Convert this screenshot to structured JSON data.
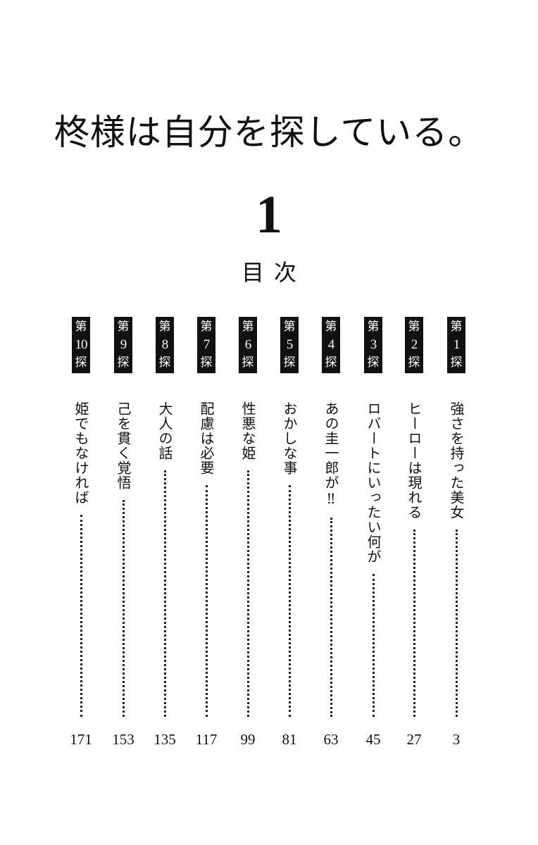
{
  "header": {
    "title": "柊様は自分を探している。",
    "volume": "1",
    "toc_label": "目次"
  },
  "chapters": [
    {
      "prefix": "第",
      "number": "1",
      "suffix": "探",
      "title": "強さを持った美女",
      "page": "3"
    },
    {
      "prefix": "第",
      "number": "2",
      "suffix": "探",
      "title": "ヒーローは現れる",
      "page": "27"
    },
    {
      "prefix": "第",
      "number": "3",
      "suffix": "探",
      "title": "ロバートにいったい何が",
      "page": "45"
    },
    {
      "prefix": "第",
      "number": "4",
      "suffix": "探",
      "title": "あの圭一郎が‼",
      "page": "63"
    },
    {
      "prefix": "第",
      "number": "5",
      "suffix": "探",
      "title": "おかしな事",
      "page": "81"
    },
    {
      "prefix": "第",
      "number": "6",
      "suffix": "探",
      "title": "性悪な姫",
      "page": "99"
    },
    {
      "prefix": "第",
      "number": "7",
      "suffix": "探",
      "title": "配慮は必要",
      "page": "117"
    },
    {
      "prefix": "第",
      "number": "8",
      "suffix": "探",
      "title": "大人の話",
      "page": "135"
    },
    {
      "prefix": "第",
      "number": "9",
      "suffix": "探",
      "title": "己を貫く覚悟",
      "page": "153"
    },
    {
      "prefix": "第",
      "number": "10",
      "suffix": "探",
      "title": "姫でもなければ",
      "page": "171"
    }
  ]
}
